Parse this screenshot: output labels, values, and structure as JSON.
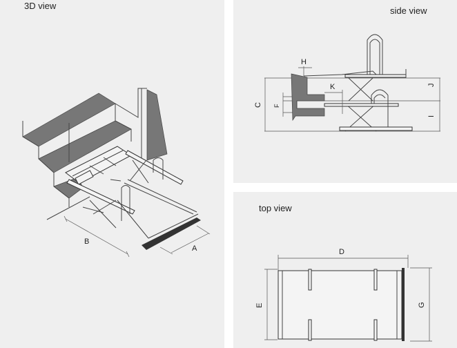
{
  "views": {
    "view_3d": {
      "title": "3D view",
      "labels": {
        "a": "A",
        "b": "B"
      }
    },
    "side": {
      "title": "side view",
      "labels": {
        "c": "C",
        "f": "F",
        "h": "H",
        "k": "K",
        "j": "J",
        "i": "I"
      }
    },
    "top": {
      "title": "top view",
      "labels": {
        "d": "D",
        "e": "E",
        "g": "G"
      }
    }
  },
  "colors": {
    "panel": "#efefef",
    "shade": "#777777",
    "line": "#444444"
  }
}
